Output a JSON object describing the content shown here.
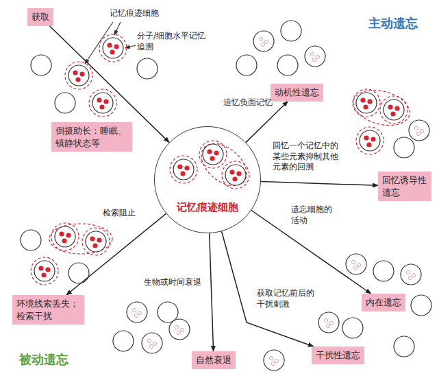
{
  "diagram": {
    "nodes": [
      {
        "text": [
          "获取"
        ]
      },
      {
        "text": [
          "倒摄助长：睡眠、镇静状态等"
        ]
      },
      {
        "text": [
          "记忆痕迹细胞"
        ]
      },
      {
        "text": [
          "主动遗忘"
        ]
      },
      {
        "text": [
          "动机性遗忘"
        ],
        "in": 3
      },
      {
        "text": [
          "回忆诱导性遗忘"
        ],
        "in": 3
      },
      {
        "text": [
          "内在遗忘"
        ],
        "in": 3
      },
      {
        "text": [
          "干扰性遗忘"
        ],
        "in": 3
      },
      {
        "text": [
          "被动遗忘"
        ]
      },
      {
        "text": [
          "环境线索丢失；检索干扰"
        ],
        "in": 8
      },
      {
        "text": [
          "自然衰退"
        ],
        "in": 8
      }
    ],
    "edges": [
      {
        "from": 0,
        "to": 2,
        "arrow": "to"
      },
      {
        "from": 2,
        "to": 4,
        "label": "追忆负面记忆",
        "arrow": "to"
      },
      {
        "from": 2,
        "to": 5,
        "label": "回忆一个记忆中的某些元素抑制其他元素的回溯",
        "arrow": "to"
      },
      {
        "from": 2,
        "to": 6,
        "label": "遗忘细胞的活动",
        "arrow": "to"
      },
      {
        "from": 2,
        "to": 7,
        "label": "获取记忆前后的干扰刺激",
        "arrow": "to"
      },
      {
        "from": 2,
        "to": 9,
        "label": "检索阻止",
        "arrow": "to"
      },
      {
        "from": 2,
        "to": 10,
        "label": "生物或时间衰退",
        "arrow": "to"
      }
    ],
    "labels": [
      "记忆痕迹细胞",
      "分子/细胞水平记忆追溯"
    ]
  }
}
